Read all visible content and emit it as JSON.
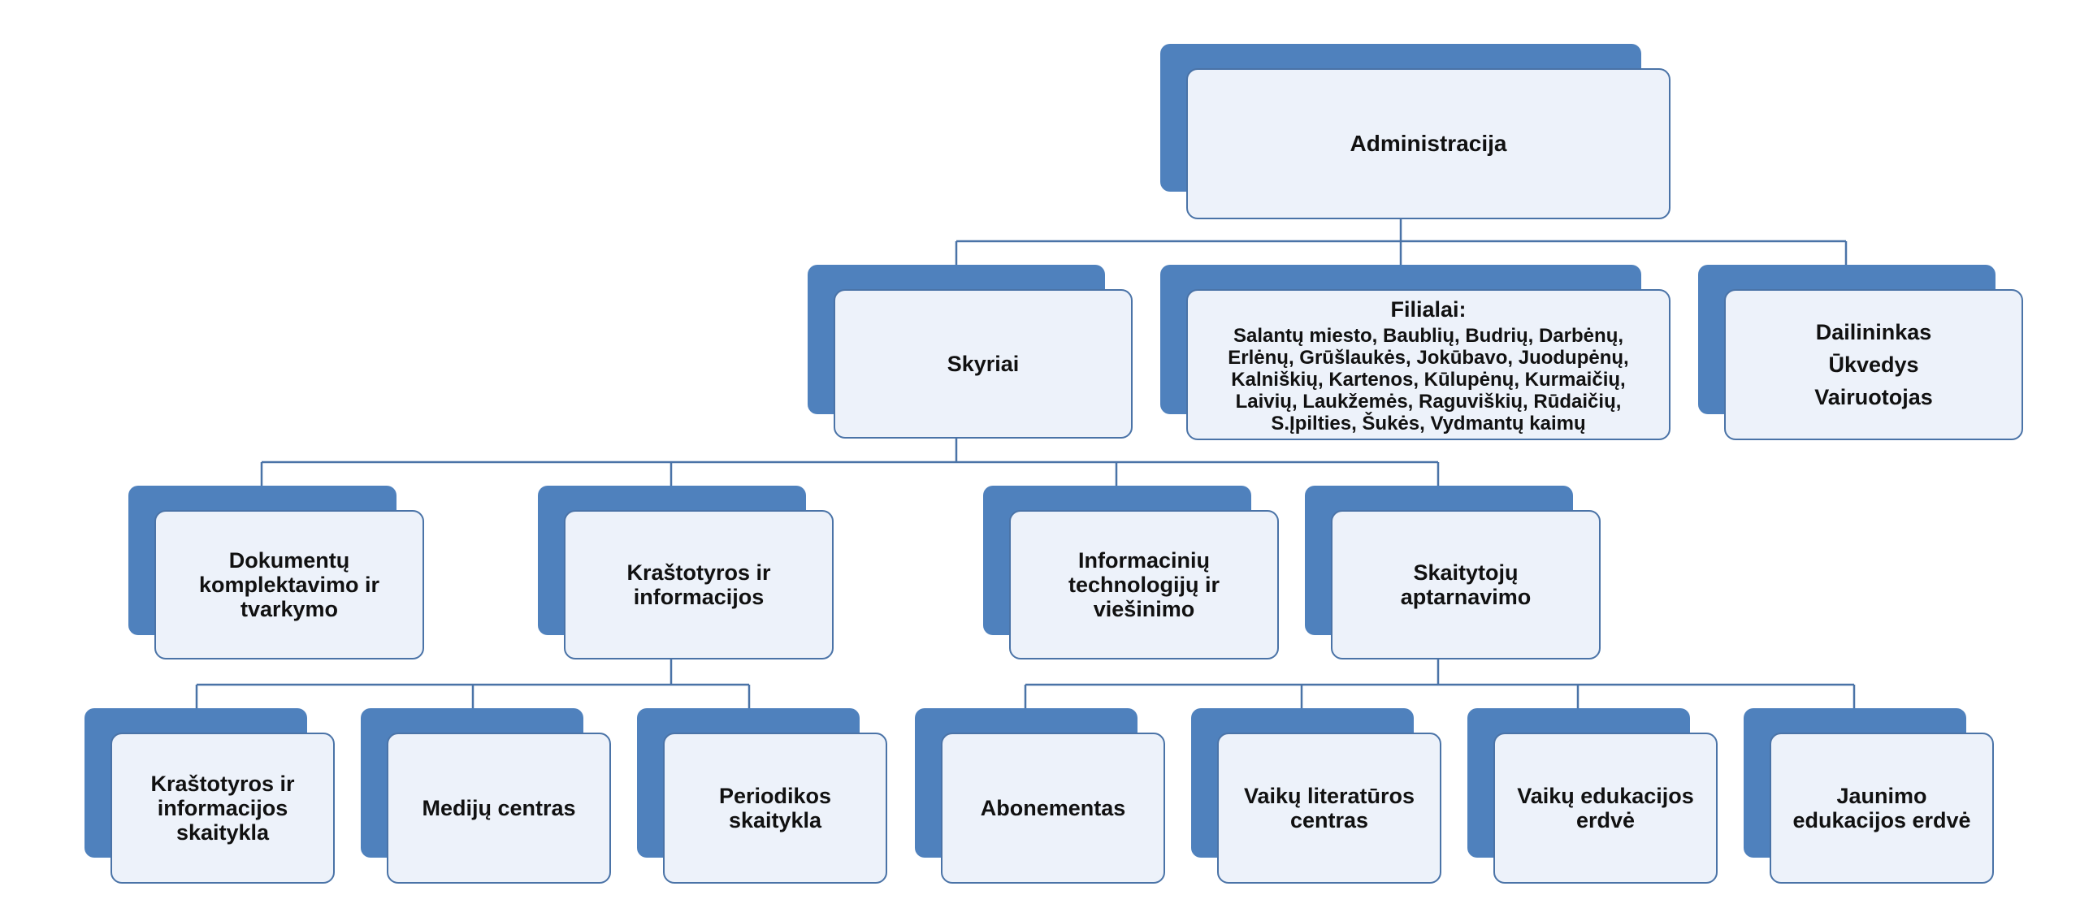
{
  "colors": {
    "connector": "#4a73a7",
    "back_box": "#4f81bd",
    "front_box": "#edf2fa",
    "text": "#111111"
  },
  "org": {
    "root": {
      "label": "Administracija"
    },
    "skyriai": {
      "label": "Skyriai"
    },
    "filialai": {
      "title": "Filialai:",
      "body": "Salantų miesto, Baublių, Budrių, Darbėnų, Erlėnų, Grūšlaukės, Jokūbavo, Juodupėnų, Kalniškių, Kartenos, Kūlupėnų, Kurmaičių, Laivių, Laukžemės, Raguviškių, Rūdaičių, S.Įpilties, Šukės, Vydmantų kaimų"
    },
    "staff": {
      "items": [
        "Dailininkas",
        "Ūkvedys",
        "Vairuotojas"
      ]
    },
    "dept_dokumentu": {
      "label": "Dokumentų komplektavimo ir tvarkymo"
    },
    "dept_krastotyros": {
      "label": "Kraštotyros ir informacijos"
    },
    "dept_it": {
      "label": "Informacinių technologijų ir viešinimo"
    },
    "dept_skaitytoju": {
      "label": "Skaitytojų aptarnavimo"
    },
    "unit_krastotyros_skaitykla": {
      "label": "Kraštotyros ir informacijos skaitykla"
    },
    "unit_mediju": {
      "label": "Medijų centras"
    },
    "unit_periodikos": {
      "label": "Periodikos skaitykla"
    },
    "unit_abonementas": {
      "label": "Abonementas"
    },
    "unit_vaiku_lit": {
      "label": "Vaikų literatūros centras"
    },
    "unit_vaiku_edu": {
      "label": "Vaikų edukacijos erdvė"
    },
    "unit_jaunimo": {
      "label": "Jaunimo edukacijos erdvė"
    }
  }
}
